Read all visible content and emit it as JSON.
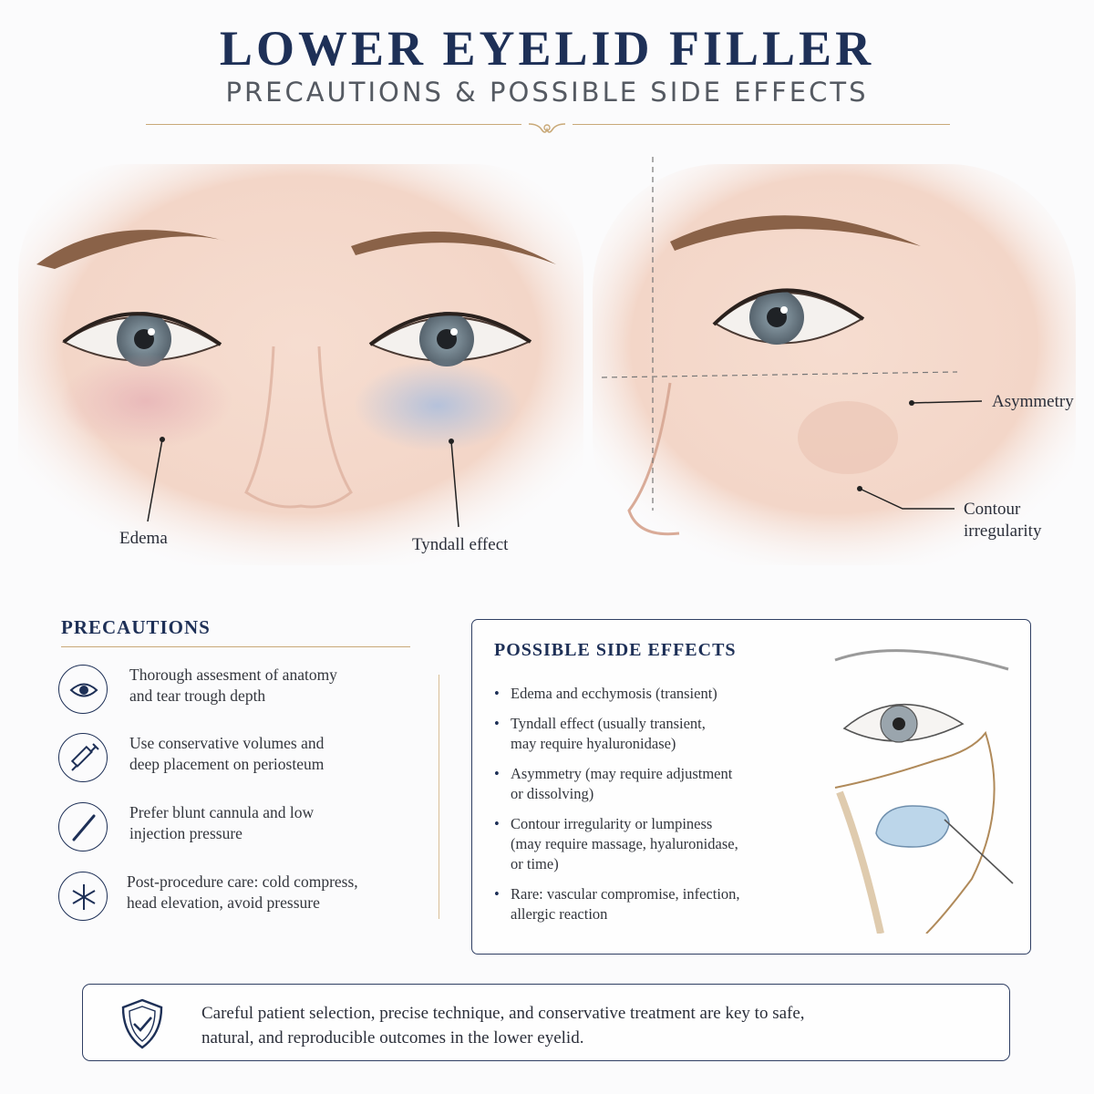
{
  "header": {
    "title": "LOWER EYELID FILLER",
    "subtitle": "PRECAUTIONS & POSSIBLE SIDE EFFECTS"
  },
  "illustration": {
    "labels": {
      "edema": "Edema",
      "tyndall": "Tyndall effect",
      "asymmetry": "Asymmetry",
      "contour_line1": "Contour",
      "contour_line2": "irregularity"
    }
  },
  "precautions": {
    "title": "PRECAUTIONS",
    "items": [
      {
        "icon": "eye-icon",
        "line1": "Thorough assesment of anatomy",
        "line2": "and tear trough depth"
      },
      {
        "icon": "syringe-icon",
        "line1": "Use conservative volumes and",
        "line2": "deep placement on periosteum"
      },
      {
        "icon": "cannula-icon",
        "line1": "Prefer blunt cannula and low",
        "line2": "injection pressure"
      },
      {
        "icon": "snowflake-icon",
        "line1": "Post-procedure care: cold compress,",
        "line2": "head elevation, avoid pressure"
      }
    ]
  },
  "side_effects": {
    "title": "POSSIBLE SIDE EFFECTS",
    "items": [
      {
        "line1": "Edema and ecchymosis (transient)",
        "line2": "",
        "line3": ""
      },
      {
        "line1": "Tyndall effect (usually transient,",
        "line2": "may require hyaluronidase)",
        "line3": ""
      },
      {
        "line1": "Asymmetry (may require adjustment",
        "line2": "or dissolving)",
        "line3": ""
      },
      {
        "line1": "Contour irregularity or lumpiness",
        "line2": "(may require massage, hyaluronidase,",
        "line3": "or time)"
      },
      {
        "line1": "Rare: vascular compromise, infection,",
        "line2": "allergic reaction",
        "line3": ""
      }
    ]
  },
  "footer": {
    "icon": "shield-check-icon",
    "line1": "Careful patient selection, precise technique, and conservative treatment are key to safe,",
    "line2": "natural, and reproducible outcomes in the lower eyelid."
  },
  "colors": {
    "navy": "#1e3057",
    "gold": "#c9a978",
    "skin": "#f3d9cc",
    "filler_blue": "#bcd6ea"
  }
}
